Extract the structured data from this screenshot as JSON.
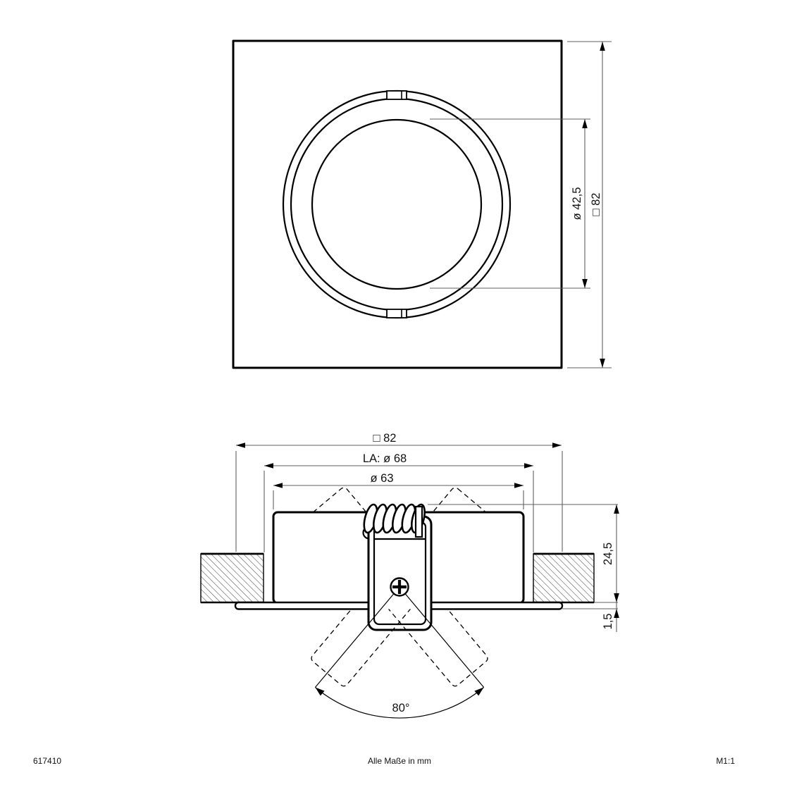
{
  "top_view": {
    "dim_inner_diameter": "ø 42,5",
    "dim_square": "□ 82"
  },
  "section_view": {
    "dim_square": "□ 82",
    "dim_cutout": "LA: ø 68",
    "dim_body": "ø 63",
    "dim_depth": "24,5",
    "dim_flange": "1,5",
    "dim_tilt_angle": "80°"
  },
  "footer": {
    "article_number": "617410",
    "units_note": "Alle Maße in mm",
    "scale": "M1:1"
  },
  "colors": {
    "background": "#ffffff",
    "object_line": "#000000",
    "dimension_line": "#5f5f5f"
  }
}
